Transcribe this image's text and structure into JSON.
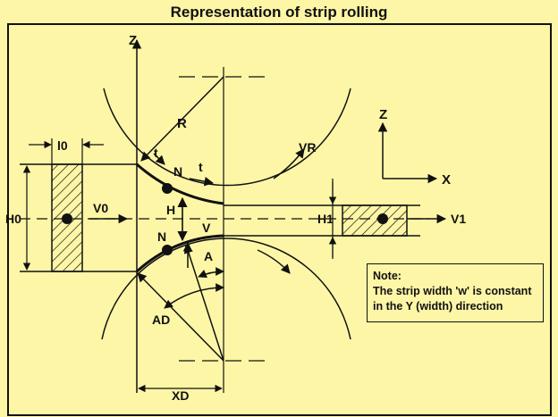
{
  "title": "Representation of strip rolling",
  "labels": {
    "z_axis": "Z",
    "radius": "R",
    "t_upper": "t",
    "t_lower": "t",
    "n_upper": "N",
    "n_lower": "N",
    "v_roll": "VR",
    "coord_z": "Z",
    "coord_x": "X",
    "h_gap": "H",
    "v_gap": "V",
    "h0": "H0",
    "h1": "H1",
    "v0": "V0",
    "v1": "V1",
    "l0": "l0",
    "a": "A",
    "ad": "AD",
    "xd": "XD"
  },
  "note": {
    "heading": "Note:",
    "line1": "The strip width 'w' is constant",
    "line2": "in the Y (width) direction"
  }
}
